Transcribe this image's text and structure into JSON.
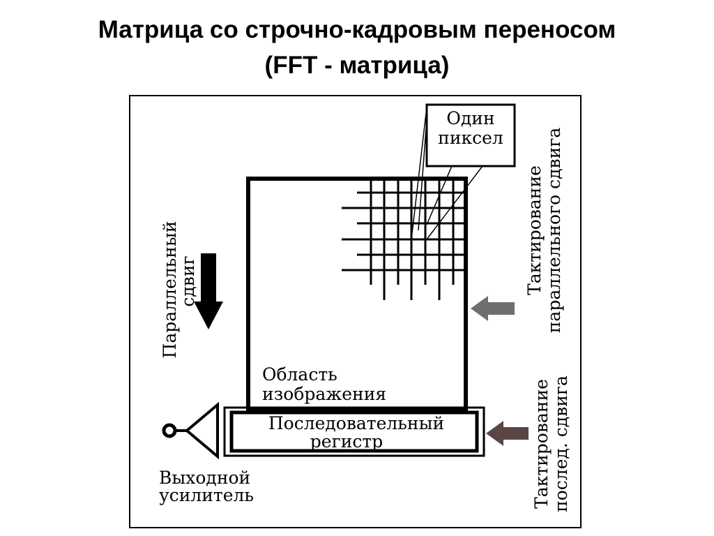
{
  "title": {
    "line1": "Матрица со строчно-кадровым переносом",
    "line2": "(FFT  - матрица)"
  },
  "diagram": {
    "pixel_label": [
      "Один",
      "пиксел"
    ],
    "parallel_shift": [
      "Параллельный",
      "сдвиг"
    ],
    "image_area": [
      "Область",
      "изображения"
    ],
    "serial_register": [
      "Последовательный",
      "регистр"
    ],
    "output_amp": [
      "Выходной",
      "усилитель"
    ],
    "parallel_clock": [
      "Тактирование",
      "параллельного сдвига"
    ],
    "serial_clock": [
      "Тактирование",
      "послед. сдвига"
    ],
    "colors": {
      "line": "#000000",
      "parallel_clock_arrow": "#6f6f6f",
      "serial_clock_arrow": "#5a4646"
    }
  }
}
